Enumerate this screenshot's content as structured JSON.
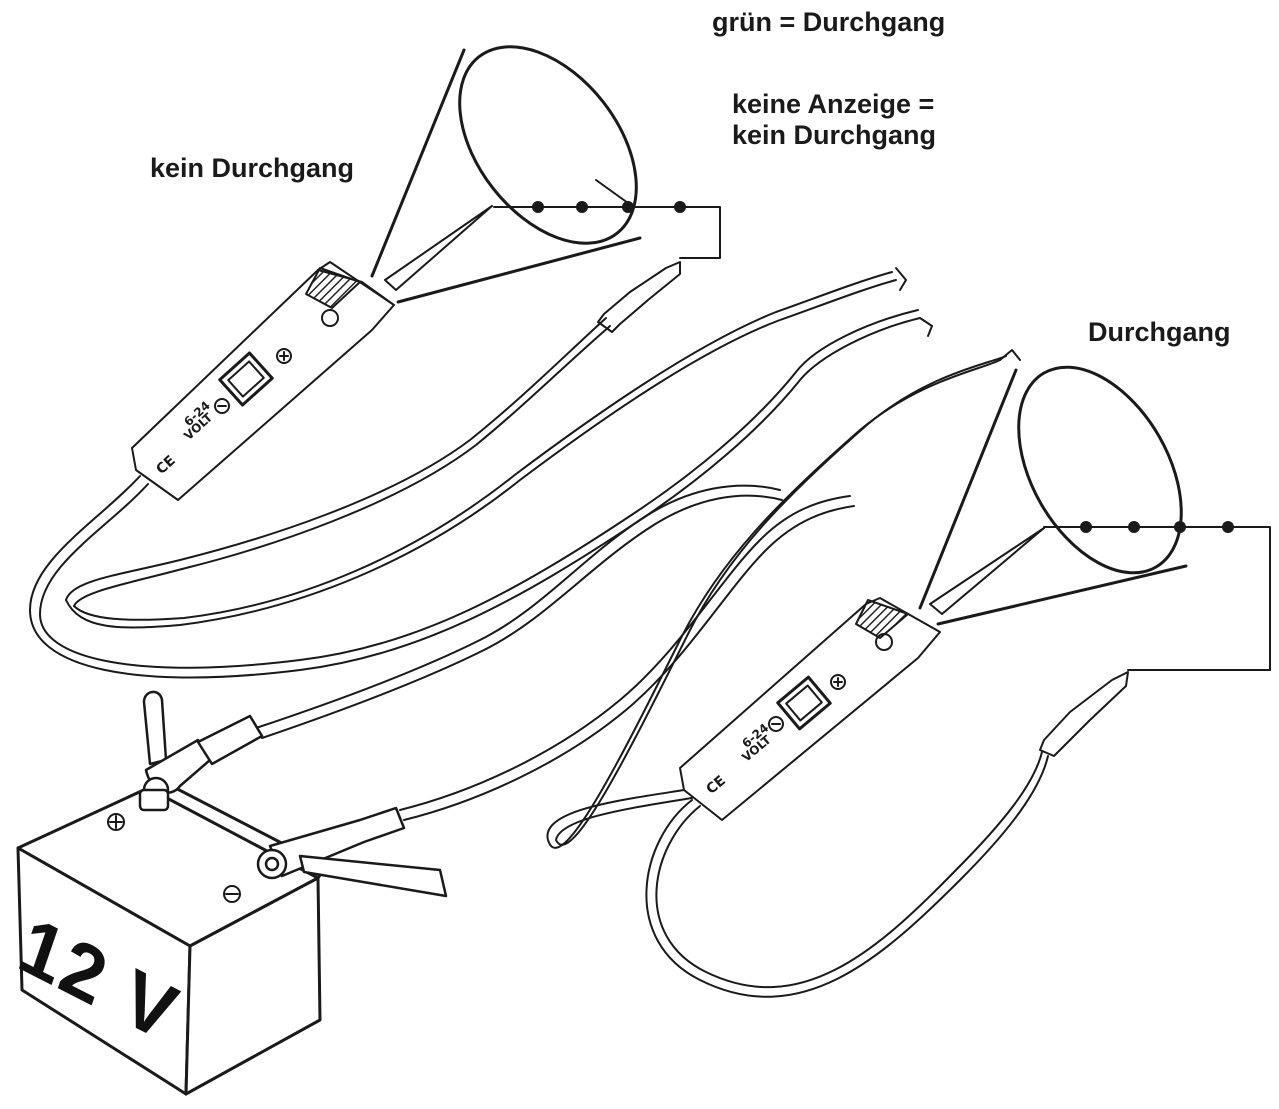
{
  "legend": {
    "green": "grün = Durchgang",
    "none_line1": "keine Anzeige =",
    "none_line2": "kein Durchgang"
  },
  "tester_left": {
    "label": "kein Durchgang",
    "voltage_text": "6-24\nVOLT",
    "ce_mark": "CE"
  },
  "tester_right": {
    "label": "Durchgang",
    "voltage_text": "6-24\nVOLT",
    "ce_mark": "CE"
  },
  "battery": {
    "label": "12 V",
    "positive_symbol": "+",
    "negative_symbol": "−"
  },
  "icons": {
    "plus": "plus-symbol-icon",
    "minus": "minus-symbol-icon",
    "ce": "ce-mark-icon"
  }
}
